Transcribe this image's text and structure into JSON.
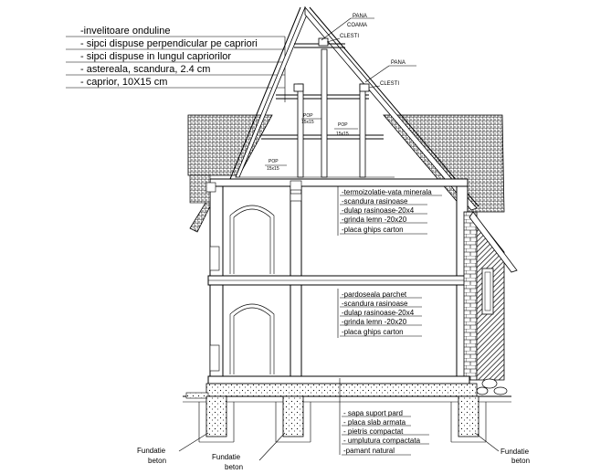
{
  "roof_notes": [
    "-invelitoare onduline",
    "- sipci dispuse perpendicular pe capriori",
    "- sipci dispuse in lungul capriorilor",
    "- astereala, scandura, 2.4 cm",
    "- caprior, 10X15 cm"
  ],
  "ridge_labels": {
    "pana": "PANA",
    "coama": "COAMA",
    "clesti": "CLESTI"
  },
  "side_labels": {
    "pana": "PANA",
    "clesti": "CLESTI"
  },
  "pop_labels": [
    {
      "name": "POP",
      "size": "15x15"
    },
    {
      "name": "POP",
      "size": "15x15"
    },
    {
      "name": "POP",
      "size": "15x15"
    }
  ],
  "attic_floor_layers": [
    "-termoizolatie-vata minerala",
    "-scandura rasinoase",
    "-dulap rasinoase-20x4",
    "-grinda lemn -20x20",
    "-placa ghips carton"
  ],
  "ground_floor_layers": [
    "-pardoseala parchet",
    "-scandura rasinoase",
    "-dulap rasinoase-20x4",
    "-grinda lemn -20x20",
    "-placa ghips carton"
  ],
  "foundation_layers": [
    "- sapa suport pard",
    "- placa slab armata",
    "- pietris compactat",
    "- umplutura compactata",
    "-pamant natural"
  ],
  "foundations": [
    {
      "line1": "Fundatie",
      "line2": "beton"
    },
    {
      "line1": "Fundatie",
      "line2": "beton"
    },
    {
      "line1": "Fundatie",
      "line2": "beton"
    }
  ]
}
